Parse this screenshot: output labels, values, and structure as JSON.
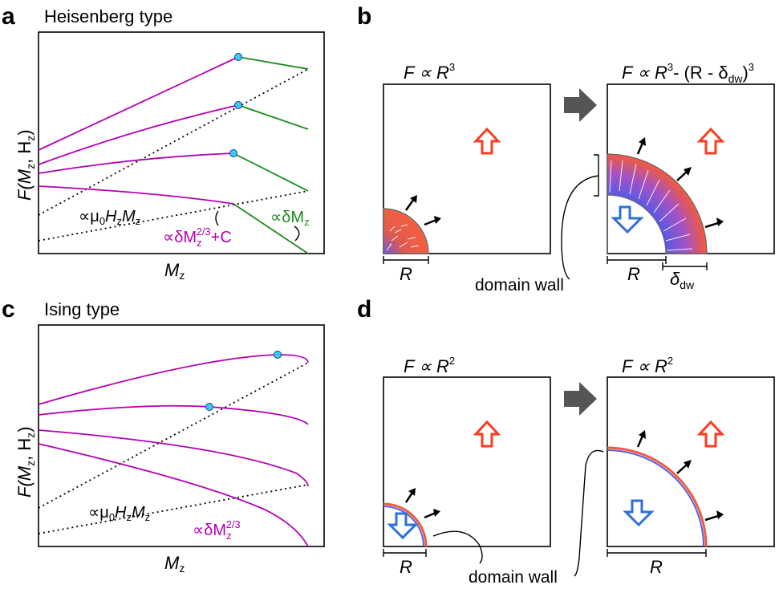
{
  "panels": {
    "a": {
      "letter": "a",
      "title": "Heisenberg type",
      "y_label_pre": "F(M",
      "y_label_sub1": "z",
      "y_label_mid": ", H",
      "y_label_sub2": "z",
      "y_label_post": ")",
      "x_label": "M",
      "x_label_sub": "z",
      "ann_zeeman_pre": "∝μ",
      "ann_zeeman_sub0": "0",
      "ann_zeeman_H": "H",
      "ann_zeeman_sub1": "z",
      "ann_zeeman_M": "M",
      "ann_zeeman_sub2": "z",
      "ann_magenta_pre": "∝δM",
      "ann_magenta_sub": "z",
      "ann_magenta_sup": "2/3",
      "ann_magenta_post": "+C",
      "ann_green": "∝δM",
      "ann_green_sub": "z"
    },
    "b": {
      "letter": "b",
      "formula_left": "F ∝ R",
      "formula_left_sup": "3",
      "formula_right_a": "F ∝ R",
      "formula_right_sup1": "3",
      "formula_right_b": "- (R - δ",
      "formula_right_sub": "dw",
      "formula_right_c": ")",
      "formula_right_sup2": "3",
      "dim_R_left": "R",
      "dim_R_right": "R",
      "dim_delta": "δ",
      "dim_delta_sub": "dw",
      "domain_wall": "domain wall"
    },
    "c": {
      "letter": "c",
      "title": "Ising type",
      "y_label_pre": "F(M",
      "y_label_sub1": "z",
      "y_label_mid": ", H",
      "y_label_sub2": "z",
      "y_label_post": ")",
      "x_label": "M",
      "x_label_sub": "z",
      "ann_zeeman_pre": "∝μ",
      "ann_zeeman_sub0": "0",
      "ann_zeeman_H": "H",
      "ann_zeeman_sub1": "z",
      "ann_zeeman_M": "M",
      "ann_zeeman_sub2": "z",
      "ann_magenta_pre": "∝δM",
      "ann_magenta_sub": "z",
      "ann_magenta_sup": "2/3"
    },
    "d": {
      "letter": "d",
      "formula_left": "F ∝ R",
      "formula_left_sup": "2",
      "formula_right": "F ∝ R",
      "formula_right_sup": "2",
      "dim_R_left": "R",
      "dim_R_right": "R",
      "domain_wall": "domain wall"
    }
  },
  "colors": {
    "magenta": "#b400b4",
    "green": "#1a8a1a",
    "marker": "#3cc8f0",
    "up_arrow": "#ff3b1f",
    "down_arrow": "#2e6fd8",
    "domain_red": "#f05a3c",
    "domain_blue": "#5a5ae6",
    "gray_arrow": "#555555"
  }
}
